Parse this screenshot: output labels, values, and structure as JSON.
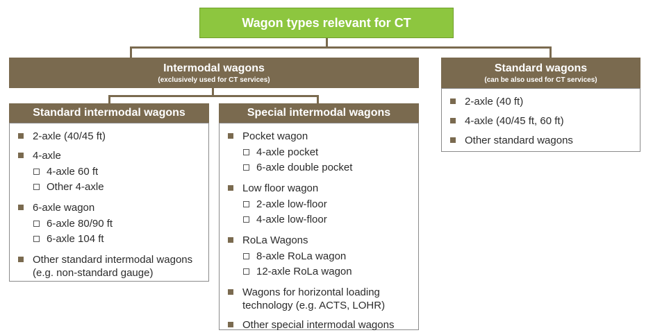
{
  "root": {
    "title": "Wagon types relevant for CT"
  },
  "intermodal": {
    "title": "Intermodal wagons",
    "subtitle": "(exclusively used for CT services)",
    "standard": {
      "title": "Standard intermodal wagons",
      "items": [
        {
          "label": "2-axle (40/45 ft)",
          "sub": []
        },
        {
          "label": "4-axle",
          "sub": [
            "4-axle 60 ft",
            "Other 4-axle"
          ]
        },
        {
          "label": "6-axle wagon",
          "sub": [
            "6-axle 80/90 ft",
            "6-axle 104 ft"
          ]
        },
        {
          "label": "Other standard intermodal wagons (e.g. non-standard gauge)",
          "sub": []
        }
      ]
    },
    "special": {
      "title": "Special intermodal wagons",
      "items": [
        {
          "label": "Pocket wagon",
          "sub": [
            "4-axle pocket",
            "6-axle double pocket"
          ]
        },
        {
          "label": "Low floor wagon",
          "sub": [
            "2-axle low-floor",
            "4-axle low-floor"
          ]
        },
        {
          "label": "RoLa Wagons",
          "sub": [
            "8-axle RoLa wagon",
            "12-axle RoLa wagon"
          ]
        },
        {
          "label": "Wagons for horizontal loading technology (e.g. ACTS, LOHR)",
          "sub": []
        },
        {
          "label": "Other special intermodal wagons",
          "sub": []
        }
      ]
    }
  },
  "standard_wagons": {
    "title": "Standard wagons",
    "subtitle": "(can be also used for CT services)",
    "items": [
      {
        "label": "2-axle (40 ft)",
        "sub": []
      },
      {
        "label": "4-axle (40/45 ft, 60 ft)",
        "sub": []
      },
      {
        "label": "Other standard wagons",
        "sub": []
      }
    ]
  }
}
